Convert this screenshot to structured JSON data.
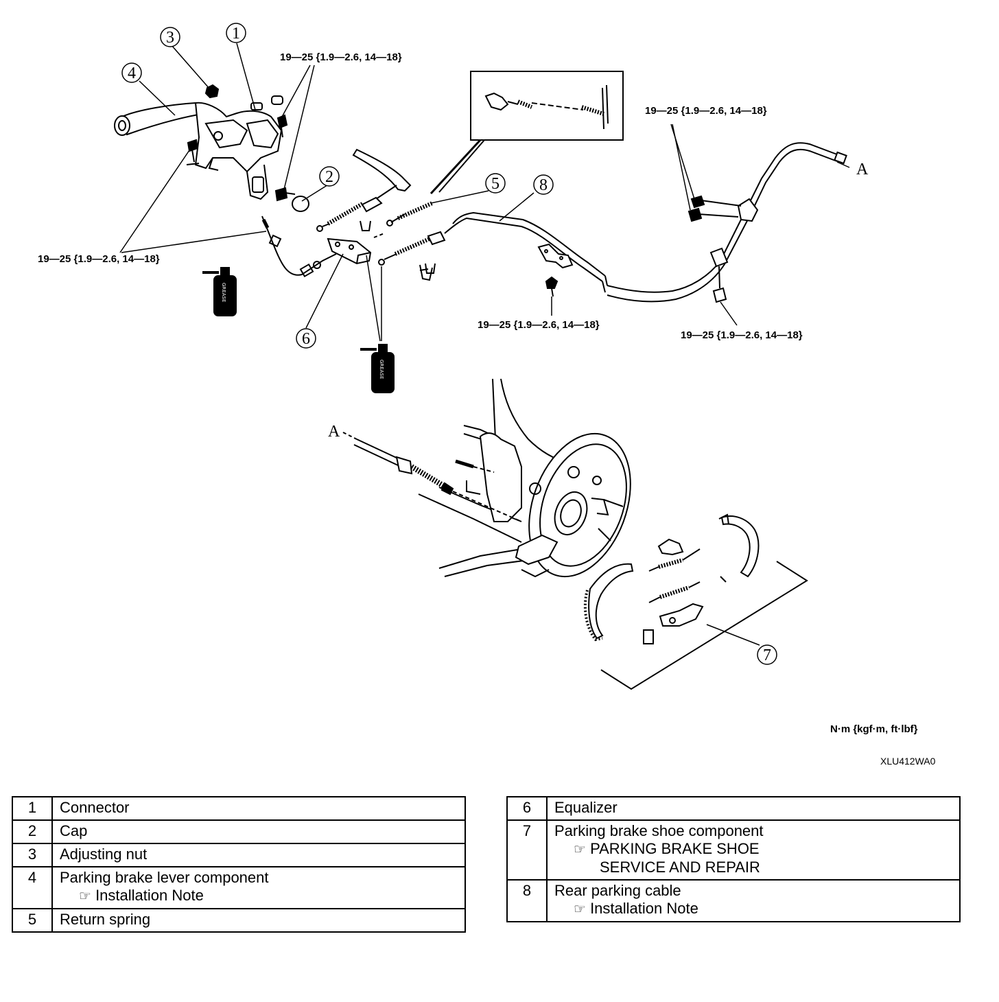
{
  "callouts": [
    "1",
    "2",
    "3",
    "4",
    "5",
    "6",
    "7",
    "8"
  ],
  "torque_spec": "19—25 {1.9—2.6, 14—18}",
  "ref_letter": "A",
  "grease_label": "GREASE",
  "units": "N·m {kgf·m, ft·lbf}",
  "drawing_id": "XLU412WA0",
  "reference_icon": "pointing-hand-icon",
  "legend_left": [
    {
      "num": "1",
      "name": "Connector",
      "ref": ""
    },
    {
      "num": "2",
      "name": "Cap",
      "ref": ""
    },
    {
      "num": "3",
      "name": "Adjusting nut",
      "ref": ""
    },
    {
      "num": "4",
      "name": "Parking brake lever component",
      "ref": "Installation Note"
    },
    {
      "num": "5",
      "name": "Return spring",
      "ref": ""
    }
  ],
  "legend_right": [
    {
      "num": "6",
      "name": "Equalizer",
      "ref": ""
    },
    {
      "num": "7",
      "name": "Parking brake shoe component",
      "ref": "PARKING BRAKE SHOE",
      "ref_line2": "SERVICE AND REPAIR"
    },
    {
      "num": "8",
      "name": "Rear parking cable",
      "ref": "Installation Note"
    }
  ]
}
